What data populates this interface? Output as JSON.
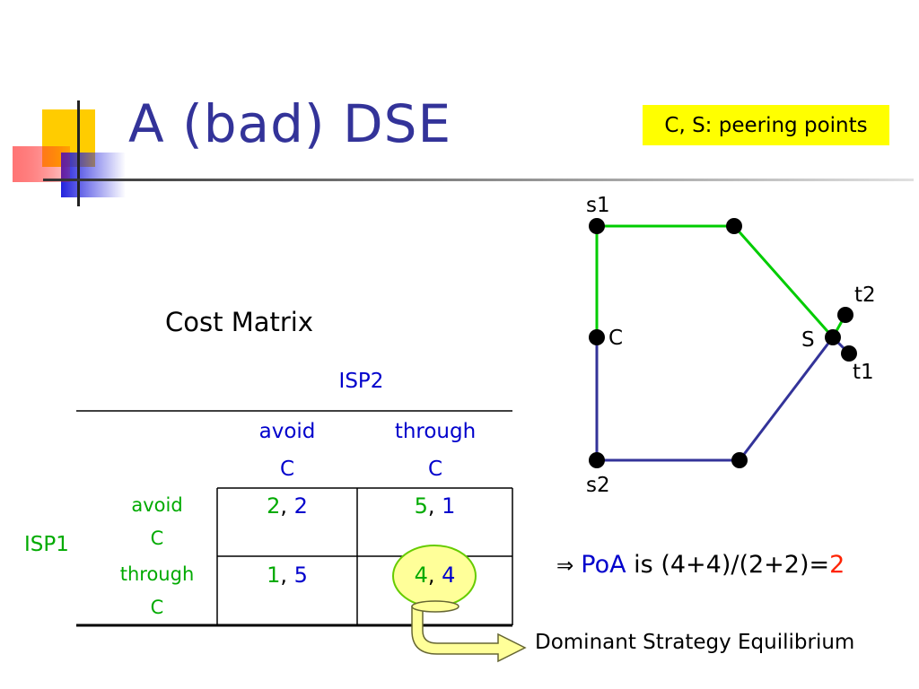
{
  "slide": {
    "title": "A (bad) DSE",
    "note": "C, S: peering points"
  },
  "matrix": {
    "title": "Cost Matrix",
    "col_player": "ISP2",
    "row_player": "ISP1",
    "columns": [
      {
        "line1": "avoid",
        "line2": "C"
      },
      {
        "line1": "through",
        "line2": "C"
      }
    ],
    "rows": [
      {
        "line1": "avoid",
        "line2": "C"
      },
      {
        "line1": "through",
        "line2": "C"
      }
    ],
    "cells": [
      [
        {
          "isp1": "2",
          "isp2": "2"
        },
        {
          "isp1": "5",
          "isp2": "1"
        }
      ],
      [
        {
          "isp1": "1",
          "isp2": "5"
        },
        {
          "isp1": "4",
          "isp2": "4"
        }
      ]
    ],
    "separator": ", ",
    "highlight_cell": "row 2, column 2"
  },
  "graph": {
    "labels": {
      "s1": "s1",
      "s2": "s2",
      "c": "C",
      "s": "S",
      "t1": "t1",
      "t2": "t2"
    },
    "colors": {
      "path1": "#00cc00",
      "path2": "#333399",
      "node": "#000000"
    }
  },
  "poa": {
    "arrow": "⇒",
    "keyword": "PoA",
    "expression": " is (4+4)/(2+2)=",
    "result": "2"
  },
  "dse_label": "Dominant Strategy Equilibrium",
  "colors": {
    "title": "#333399",
    "note_bg": "#ffff00",
    "isp1": "#00aa00",
    "isp2": "#0000cc",
    "highlight": "#ffff99",
    "result": "#ff2200"
  }
}
